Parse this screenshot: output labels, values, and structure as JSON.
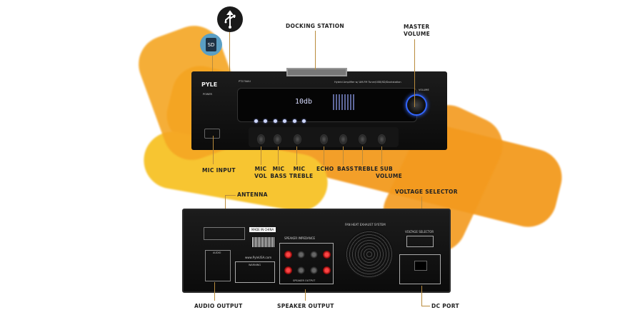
{
  "colors": {
    "accent_orange": "#f39a1e",
    "accent_yellow": "#f7c531",
    "device": "#111111",
    "callout_line": "#b98b3c"
  },
  "icons": {
    "usb": "usb-icon",
    "sd": "sd-card-icon"
  },
  "sd_icon_text": "SD",
  "front": {
    "brand": "PYLE",
    "model": "PT270AIU",
    "description": "Hybrid Amplifier w/ AM-FM Tuner/USB/SD/Dockstation",
    "power": "POWER",
    "volume": "VOLUME",
    "display": "10db"
  },
  "rear": {
    "made_in": "MADE IN CHINA",
    "impedance": "SPEAKER IMPEDANCE",
    "fan": "FAN HEAT EXHAUST SYSTEM",
    "voltage": "VOLTAGE SELECTOR",
    "website": "www.PyleUSA.com",
    "warning": "WARNING",
    "speaker_output": "SPEAKER OUTPUT",
    "audio": "AUDIO"
  },
  "labels": {
    "docking_station": "DOCKING STATION",
    "master_volume": "MASTER VOLUME",
    "mic_input": "MIC INPUT",
    "mic_vol": "MIC VOL",
    "mic_bass": "MIC BASS",
    "mic_treble": "MIC TREBLE",
    "echo": "ECHO",
    "bass": "BASS",
    "treble": "TREBLE",
    "sub_volume": "SUB VOLUME",
    "antenna": "ANTENNA",
    "voltage_selector": "VOLTAGE SELECTOR",
    "audio_output": "AUDIO OUTPUT",
    "speaker_output": "SPEAKER OUTPUT",
    "dc_port": "DC PORT"
  }
}
